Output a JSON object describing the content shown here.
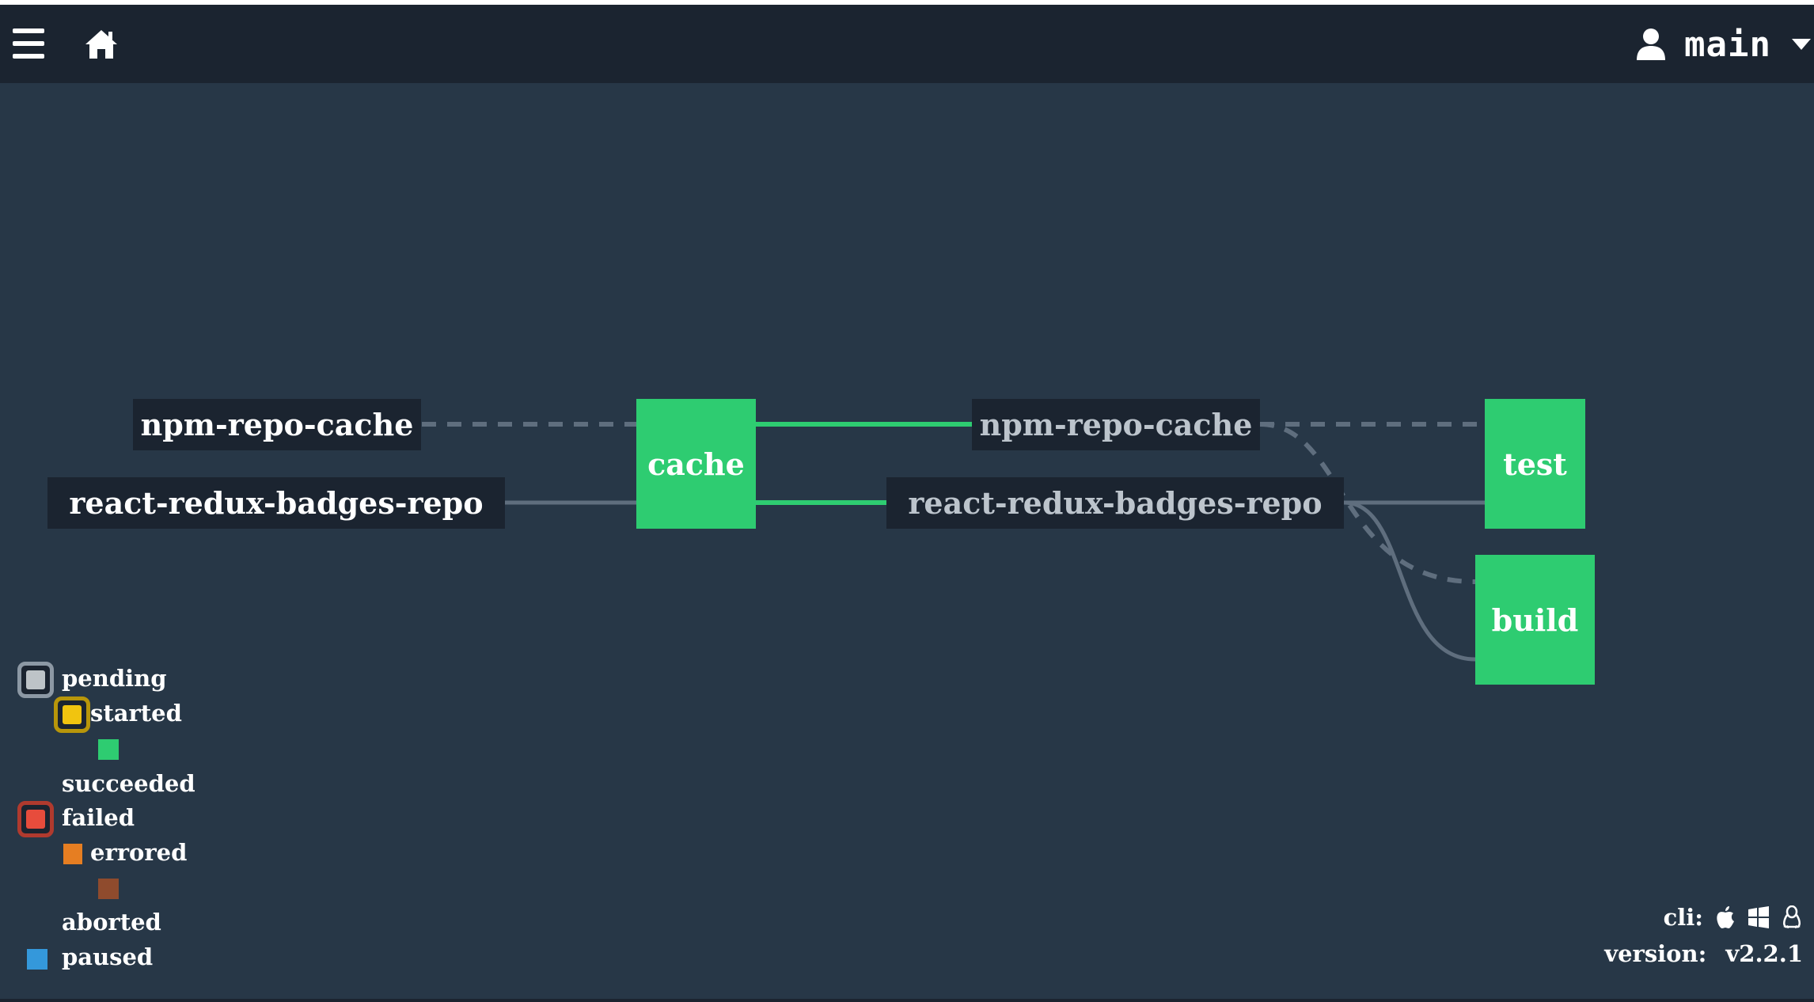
{
  "header": {
    "menu_icon": "hamburger-menu-icon",
    "home_icon": "home-icon",
    "user_icon": "user-icon",
    "team_name": "main",
    "dropdown_icon": "caret-down-icon"
  },
  "pipeline": {
    "inputs": [
      {
        "label": "npm-repo-cache",
        "edge": "dashed"
      },
      {
        "label": "react-redux-badges-repo",
        "edge": "solid"
      }
    ],
    "jobs": [
      {
        "name": "cache",
        "status": "succeeded"
      },
      {
        "name": "test",
        "status": "succeeded"
      },
      {
        "name": "build",
        "status": "succeeded"
      }
    ],
    "outputs": [
      {
        "label": "npm-repo-cache"
      },
      {
        "label": "react-redux-badges-repo"
      }
    ]
  },
  "legend": [
    {
      "label": "pending",
      "color": "#bdc3c7",
      "style": "outlined"
    },
    {
      "label": "started",
      "color": "#f1c40f",
      "style": "outlined"
    },
    {
      "label": "succeeded",
      "color": "#2ecc71",
      "style": "solid"
    },
    {
      "label": "failed",
      "color": "#e74c3c",
      "style": "outlined"
    },
    {
      "label": "errored",
      "color": "#e67e22",
      "style": "solid"
    },
    {
      "label": "aborted",
      "color": "#8f4b2d",
      "style": "solid"
    },
    {
      "label": "paused",
      "color": "#3498db",
      "style": "solid"
    }
  ],
  "footer": {
    "cli_label": "cli:",
    "cli_icons": [
      "apple-icon",
      "windows-icon",
      "linux-icon"
    ],
    "version_label": "version:",
    "version_value": "v2.2.1"
  },
  "colors": {
    "background": "#273747",
    "topbar": "#1b2430",
    "succeeded": "#2ecc71",
    "edge": "#5f6e7e"
  }
}
